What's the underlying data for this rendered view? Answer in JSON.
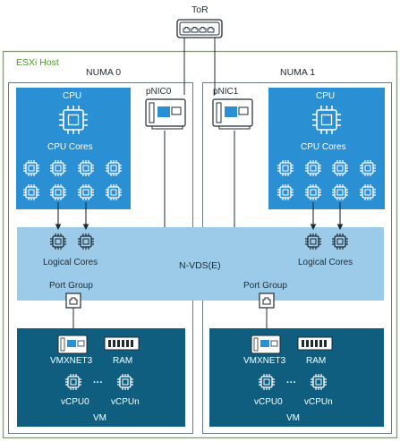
{
  "tor": {
    "label": "ToR"
  },
  "host": {
    "label": "ESXi Host"
  },
  "numa": [
    {
      "label": "NUMA 0",
      "pnic_label": "pNIC0",
      "cpu": {
        "title": "CPU",
        "cores_label": "CPU Cores"
      },
      "logical_cores_label": "Logical Cores",
      "port_group_label": "Port Group",
      "vm": {
        "vmxnet_label": "VMXNET3",
        "ram_label": "RAM",
        "vcpu0_label": "vCPU0",
        "ellipsis": "···",
        "vcpun_label": "vCPUn",
        "vm_label": "VM"
      }
    },
    {
      "label": "NUMA 1",
      "pnic_label": "pNIC1",
      "cpu": {
        "title": "CPU",
        "cores_label": "CPU Cores"
      },
      "logical_cores_label": "Logical Cores",
      "port_group_label": "Port Group",
      "vm": {
        "vmxnet_label": "VMXNET3",
        "ram_label": "RAM",
        "vcpu0_label": "vCPU0",
        "ellipsis": "···",
        "vcpun_label": "vCPUn",
        "vm_label": "VM"
      }
    }
  ],
  "nvds": {
    "label": "N-VDS(E)"
  },
  "colors": {
    "host_border": "#6ab04c",
    "host_label": "#4c9a2a",
    "cpu_blue": "#2b8fd4",
    "nvds_band": "#9ccbea",
    "vm_teal": "#0f5e80"
  }
}
